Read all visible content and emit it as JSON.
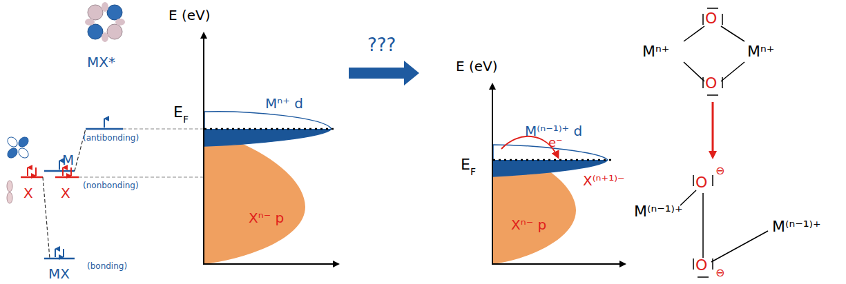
{
  "diagram": {
    "labels": [
      "MX*",
      "M",
      "X",
      "X",
      "MX",
      "(antibonding)",
      "(nonbonding)",
      "(bonding)",
      "E (eV)",
      "E",
      "F",
      "Mⁿ⁺ d",
      "Xⁿ⁻ p",
      "???",
      "E (eV)",
      "E",
      "F",
      "M⁽ⁿ⁻¹⁾⁺ d",
      "e⁻",
      "X⁽ⁿ⁺¹⁾⁻",
      "Xⁿ⁻ p",
      "O",
      "Mⁿ⁺",
      "Mⁿ⁺",
      "O",
      "O",
      "⊖",
      "M⁽ⁿ⁻¹⁾⁺",
      "M⁽ⁿ⁻¹⁾⁺",
      "O",
      "⊖"
    ]
  }
}
